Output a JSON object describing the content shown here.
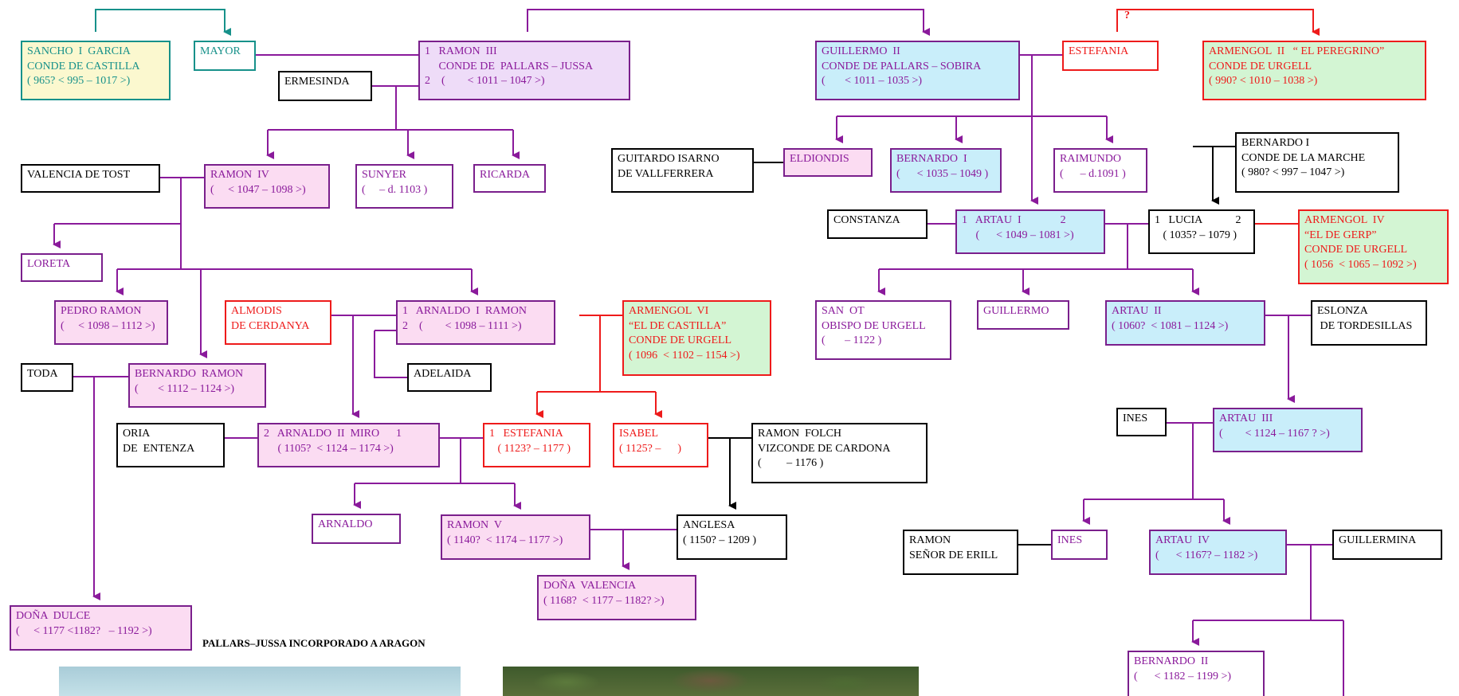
{
  "caption": "PALLARS–JUSSA INCORPORADO A ARAGON",
  "question_mark": "?",
  "colors": {
    "purple": "#8a1a9b",
    "teal": "#17918a",
    "red": "#ee1b1b",
    "black": "#000000",
    "light_blue": "#c9eefa",
    "light_pink": "#fbdcf2",
    "lavender": "#eedcf8",
    "light_green": "#d3f5d3",
    "light_yellow": "#fbf8cf"
  },
  "persons": {
    "sancho": "SANCHO  I  GARCIA\nCONDE DE CASTILLA\n( 965? < 995 – 1017 >)",
    "mayor": "MAYOR",
    "ramon3": "1   RAMON  III\n     CONDE DE  PALLARS – JUSSA\n2    (        < 1011 – 1047 >)",
    "ermesinda": "ERMESINDA",
    "guillermo2": "GUILLERMO  II\nCONDE DE PALLARS – SOBIRA\n(       < 1011 – 1035 >)",
    "estefania_top": "ESTEFANIA",
    "armengol2": "ARMENGOL  II   “ EL PEREGRINO”\nCONDE DE URGELL\n( 990? < 1010 – 1038 >)",
    "valencia_tost": "VALENCIA DE TOST",
    "ramon4": "RAMON  IV\n(     < 1047 – 1098 >)",
    "sunyer": "SUNYER\n(     – d. 1103 )",
    "ricarda": "RICARDA",
    "guitardo": "GUITARDO ISARNO\nDE VALLFERRERA",
    "eldiondis": "ELDIONDIS",
    "bernardo1": "BERNARDO  I\n(      < 1035 – 1049 )",
    "raimundo": "RAIMUNDO\n(      – d.1091 )",
    "bernardo1_marche": "BERNARDO I\nCONDE DE LA MARCHE\n( 980? < 997 – 1047 >)",
    "loreta": "LORETA",
    "constanza": "CONSTANZA",
    "artau1": "1   ARTAU  I              2\n     (      < 1049 – 1081 >)",
    "lucia": "1   LUCIA            2\n   ( 1035? – 1079 )",
    "armengol4": "ARMENGOL  IV\n“EL DE GERP”\nCONDE DE URGELL\n( 1056  < 1065 – 1092 >)",
    "pedro_ramon": "PEDRO RAMON\n(     < 1098 – 1112 >)",
    "almodis": "ALMODIS\nDE CERDANYA",
    "arnaldo1": "1   ARNALDO  I  RAMON\n2    (        < 1098 – 1111 >)",
    "armengol6": "ARMENGOL  VI\n“EL DE CASTILLA”\nCONDE DE URGELL\n( 1096  < 1102 – 1154 >)",
    "san_ot": "SAN  OT\nOBISPO DE URGELL\n(       – 1122 )",
    "guillermo_b": "GUILLERMO",
    "artau2": "ARTAU  II\n( 1060?  < 1081 – 1124 >)",
    "eslonza": "ESLONZA\n DE TORDESILLAS",
    "toda": "TODA",
    "bernardo_ramon": "BERNARDO  RAMON\n(       < 1112 – 1124 >)",
    "adelaida": "ADELAIDA",
    "ines_top": "INES",
    "artau3": "ARTAU  III\n(        < 1124 – 1167 ? >)",
    "oria": "ORIA\nDE  ENTENZA",
    "arnaldo2": "2   ARNALDO  II  MIRO      1\n     ( 1105?  < 1124 – 1174 >)",
    "estefania_b": "1   ESTEFANIA\n   ( 1123? – 1177 )",
    "isabel": "ISABEL\n( 1125? –      )",
    "ramon_folch": "RAMON  FOLCH\nVIZCONDE DE CARDONA\n(         – 1176 )",
    "arnaldo_b": "ARNALDO",
    "ramon5": "RAMON  V\n( 1140?  < 1174 – 1177 >)",
    "anglesa": "ANGLESA\n( 1150? – 1209 )",
    "ramon_erill": "RAMON\nSEÑOR DE ERILL",
    "ines_b": "INES",
    "artau4": "ARTAU  IV\n(      < 1167? – 1182 >)",
    "guillermina": "GUILLERMINA",
    "dona_valencia": "DOÑA  VALENCIA\n( 1168?  < 1177 – 1182? >)",
    "dona_dulce": "DOÑA  DULCE\n(     < 1177 <1182?   – 1192 >)",
    "bernardo2": "BERNARDO  II\n(      < 1182 – 1199 >)"
  }
}
